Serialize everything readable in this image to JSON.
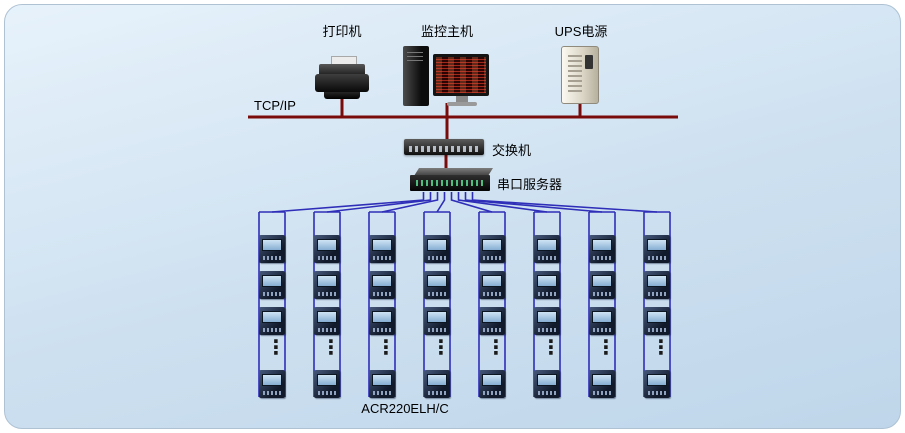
{
  "labels": {
    "printer": "打印机",
    "host": "监控主机",
    "ups": "UPS电源",
    "tcpip": "TCP/IP",
    "switch": "交换机",
    "serial_server": "串口服务器",
    "meter_model": "ACR220ELH/C",
    "ellipsis": "⋮"
  },
  "icons": {
    "printer": "printer-icon",
    "host": "monitoring-host-icon",
    "ups": "ups-icon",
    "switch": "ethernet-switch-icon",
    "serial_server": "serial-server-icon",
    "meter": "power-meter-icon"
  },
  "grid": {
    "columns": 8,
    "rows_above_ellipsis": 3,
    "rows_below_ellipsis": 1
  },
  "colors": {
    "bus": "#7a0b0b",
    "wire": "#2e2eb8",
    "background": "#cde0f0"
  }
}
